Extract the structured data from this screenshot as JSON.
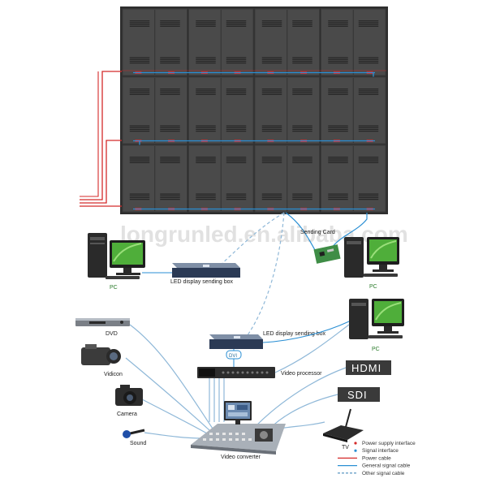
{
  "watermark": "longrunled.en.alibaba.com",
  "labels": {
    "pc_left": "PC",
    "sending_box_top": "LED display sending box",
    "sending_card": "Sending Card",
    "pc_right_top": "PC",
    "pc_right_mid": "PC",
    "dvd": "DVD",
    "vidicon": "Vidicon",
    "camera": "Camera",
    "sound": "Sound",
    "sending_box_mid": "LED display sending box",
    "dvi": "DVI",
    "video_processor": "Video processor",
    "hdmi": "HDMI",
    "sdi": "SDI",
    "tv": "TV",
    "video_converter": "Video converter"
  },
  "legend": [
    {
      "label": "Power supply interface",
      "type": "dot",
      "color": "#d42a2a"
    },
    {
      "label": "Signal interface",
      "type": "dot",
      "color": "#2a8fd4"
    },
    {
      "label": "Power cable",
      "type": "line",
      "color": "#d42a2a",
      "dash": false
    },
    {
      "label": "General signal cable",
      "type": "line",
      "color": "#2a8fd4",
      "dash": false
    },
    {
      "label": "Other signal cable",
      "type": "line",
      "color": "#6aa0c8",
      "dash": true
    }
  ],
  "colors": {
    "panel": "#4a4a4a",
    "panel_edge": "#2e2e2e",
    "power": "#d42a2a",
    "signal": "#2a8fd4",
    "other": "#8fb8d8",
    "screen_green": "#4fae3a"
  },
  "grid": {
    "rows": 3,
    "cols": 4
  }
}
